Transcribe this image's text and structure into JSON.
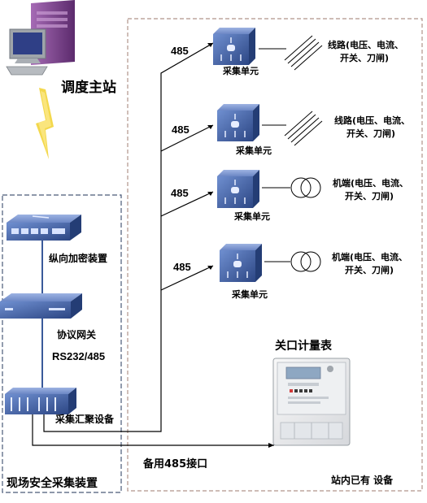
{
  "master_station": {
    "label": "调度主站"
  },
  "field_device": {
    "label": "现场安全采集装置",
    "encryption": "纵向加密装置",
    "gateway": "协议网关",
    "interface": "RS232/485",
    "aggregator": "采集汇聚设备"
  },
  "station_equipment": {
    "label": "站内已有 设备",
    "meter_label": "关口计量表",
    "backup_interface": "备用485接口"
  },
  "units": [
    {
      "bus": "485",
      "label": "采集单元",
      "target": "线路",
      "target_desc_1": "(电压、电流、",
      "target_desc_2": "开关、刀闸)",
      "target_kind": "line"
    },
    {
      "bus": "485",
      "label": "采集单元",
      "target": "线路",
      "target_desc_1": "(电压、电流、",
      "target_desc_2": "开关、刀闸)",
      "target_kind": "line"
    },
    {
      "bus": "485",
      "label": "采集单元",
      "target": "机端",
      "target_desc_1": "(电压、电流、",
      "target_desc_2": "开关、刀闸)",
      "target_kind": "transformer"
    },
    {
      "bus": "485",
      "label": "采集单元",
      "target": "机端",
      "target_desc_1": "(电压、电流、",
      "target_desc_2": "开关、刀闸)",
      "target_kind": "transformer"
    }
  ],
  "icons": {
    "computer": "computer-icon",
    "lightning": "lightning-icon",
    "switch": "network-switch-icon",
    "gateway": "gateway-icon",
    "aggregator": "rack-device-icon",
    "collection_unit": "collection-unit-icon",
    "power_line": "power-line-icon",
    "transformer": "transformer-icon",
    "meter": "energy-meter-icon"
  },
  "colors": {
    "dashed_border": "#b0948a",
    "field_border": "#4a5a78",
    "device_blue": "#3a5a9a",
    "computer_purple": "#7d3f8c",
    "lightning_yellow": "#f2d43a"
  }
}
